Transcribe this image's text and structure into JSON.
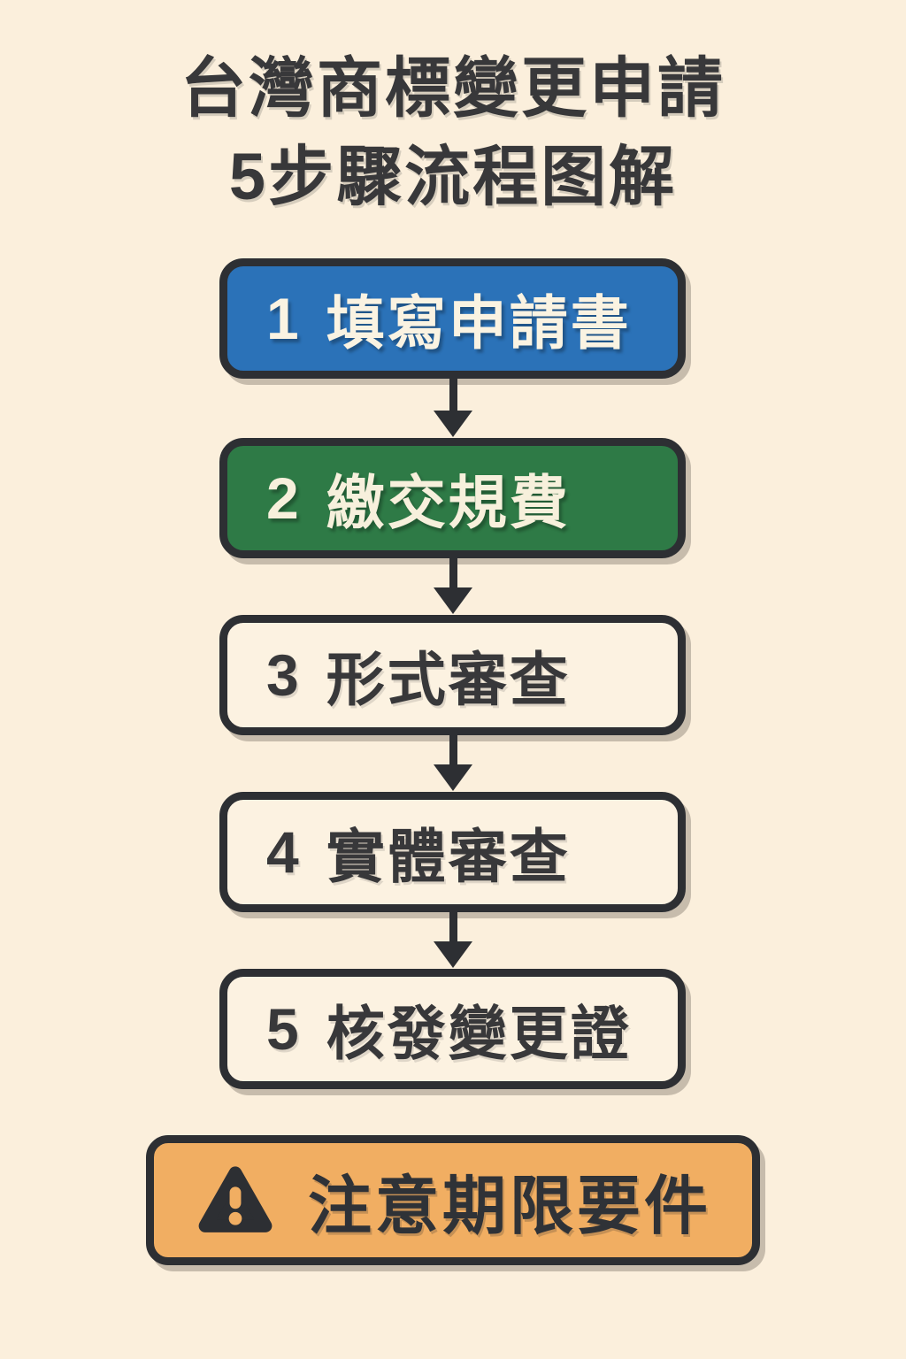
{
  "title": {
    "line1": "台灣商標變更申請",
    "line2": "5步驟流程图解"
  },
  "steps": [
    {
      "number": "1",
      "label": "填寫申請書"
    },
    {
      "number": "2",
      "label": "繳交規費"
    },
    {
      "number": "3",
      "label": "形式審查"
    },
    {
      "number": "4",
      "label": "實體審查"
    },
    {
      "number": "5",
      "label": "核發變更證"
    }
  ],
  "notice": {
    "icon": "warning-triangle-icon",
    "label": "注意期限要件"
  },
  "colors": {
    "background": "#FBEFDC",
    "outline": "#2D2F33",
    "step1_blue": "#2B72B8",
    "step2_green": "#2E7A46",
    "plain_box_fill": "#FCF2E1",
    "notice_orange": "#F1AE62",
    "light_text": "#FAF3E2",
    "dark_text": "#38383A"
  }
}
